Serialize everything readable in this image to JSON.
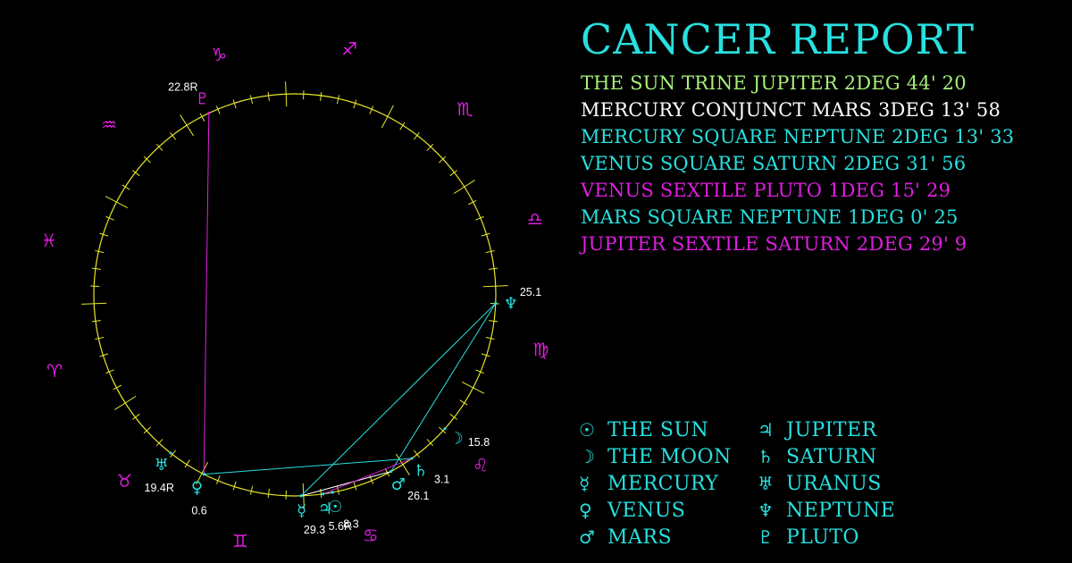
{
  "report": {
    "title": "CANCER REPORT"
  },
  "colors": {
    "cyan": "#28e0e0",
    "magenta": "#e01ee0",
    "green": "#a6f07a",
    "white": "#ffffff",
    "yellow": "#e6e62a"
  },
  "aspects": [
    {
      "text": "THE SUN TRINE JUPITER 2DEG 44' 20",
      "color": "#a6f07a"
    },
    {
      "text": "MERCURY CONJUNCT MARS 3DEG 13' 58",
      "color": "#ffffff"
    },
    {
      "text": "MERCURY SQUARE NEPTUNE 2DEG 13' 33",
      "color": "#28e0e0"
    },
    {
      "text": "VENUS SQUARE SATURN 2DEG 31' 56",
      "color": "#28e0e0"
    },
    {
      "text": "VENUS SEXTILE PLUTO 1DEG 15' 29",
      "color": "#e01ee0"
    },
    {
      "text": "MARS SQUARE NEPTUNE 1DEG 0' 25",
      "color": "#28e0e0"
    },
    {
      "text": "JUPITER SEXTILE SATURN 2DEG 29' 9",
      "color": "#e01ee0"
    }
  ],
  "legend": [
    {
      "glyph": "☉",
      "name": "THE SUN",
      "icon": "sun-icon"
    },
    {
      "glyph": "☽",
      "name": "THE MOON",
      "icon": "moon-icon"
    },
    {
      "glyph": "☿",
      "name": "MERCURY",
      "icon": "mercury-icon"
    },
    {
      "glyph": "♀",
      "name": "VENUS",
      "icon": "venus-icon"
    },
    {
      "glyph": "♂",
      "name": "MARS",
      "icon": "mars-icon"
    },
    {
      "glyph": "♃",
      "name": "JUPITER",
      "icon": "jupiter-icon"
    },
    {
      "glyph": "♄",
      "name": "SATURN",
      "icon": "saturn-icon"
    },
    {
      "glyph": "♅",
      "name": "URANUS",
      "icon": "uranus-icon"
    },
    {
      "glyph": "♆",
      "name": "NEPTUNE",
      "icon": "neptune-icon"
    },
    {
      "glyph": "♇",
      "name": "PLUTO",
      "icon": "pluto-icon"
    }
  ],
  "chart": {
    "zodiac": [
      {
        "glyph": "♈",
        "name": "aries",
        "icon": "aries-icon"
      },
      {
        "glyph": "♉",
        "name": "taurus",
        "icon": "taurus-icon"
      },
      {
        "glyph": "♊",
        "name": "gemini",
        "icon": "gemini-icon"
      },
      {
        "glyph": "♋",
        "name": "cancer",
        "icon": "cancer-icon"
      },
      {
        "glyph": "♌",
        "name": "leo",
        "icon": "leo-icon"
      },
      {
        "glyph": "♍",
        "name": "virgo",
        "icon": "virgo-icon"
      },
      {
        "glyph": "♎",
        "name": "libra",
        "icon": "libra-icon"
      },
      {
        "glyph": "♏",
        "name": "scorpio",
        "icon": "scorpio-icon"
      },
      {
        "glyph": "♐",
        "name": "sagittarius",
        "icon": "sagittarius-icon"
      },
      {
        "glyph": "♑",
        "name": "capricorn",
        "icon": "capricorn-icon"
      },
      {
        "glyph": "♒",
        "name": "aquarius",
        "icon": "aquarius-icon"
      },
      {
        "glyph": "♓",
        "name": "pisces",
        "icon": "pisces-icon"
      }
    ],
    "planets": [
      {
        "id": "sun",
        "glyph": "☉",
        "sign": 3,
        "degree": 8.3,
        "label": "8.3",
        "color": "#28e0e0"
      },
      {
        "id": "moon",
        "glyph": "☽",
        "sign": 4,
        "degree": 15.8,
        "label": "15.8",
        "color": "#28e0e0"
      },
      {
        "id": "mercury",
        "glyph": "☿",
        "sign": 2,
        "degree": 29.3,
        "label": "29.3",
        "color": "#28e0e0"
      },
      {
        "id": "venus",
        "glyph": "♀",
        "sign": 2,
        "degree": 0.6,
        "label": "0.6",
        "color": "#28e0e0"
      },
      {
        "id": "mars",
        "glyph": "♂",
        "sign": 3,
        "degree": 26.1,
        "label": "26.1",
        "color": "#28e0e0"
      },
      {
        "id": "jupiter",
        "glyph": "♃",
        "sign": 3,
        "degree": 5.6,
        "label": "5.6R",
        "color": "#28e0e0"
      },
      {
        "id": "saturn",
        "glyph": "♄",
        "sign": 4,
        "degree": 3.1,
        "label": "3.1",
        "color": "#28e0e0"
      },
      {
        "id": "uranus",
        "glyph": "♅",
        "sign": 1,
        "degree": 19.4,
        "label": "19.4R",
        "color": "#28e0e0"
      },
      {
        "id": "neptune",
        "glyph": "♆",
        "sign": 5,
        "degree": 25.1,
        "label": "25.1",
        "color": "#28e0e0"
      },
      {
        "id": "pluto",
        "glyph": "♇",
        "sign": 9,
        "degree": 22.8,
        "label": "22.8R",
        "color": "#e01ee0"
      }
    ],
    "aspect_lines": [
      {
        "from": "sun",
        "to": "jupiter",
        "color": "#a6f07a"
      },
      {
        "from": "mercury",
        "to": "mars",
        "color": "#ffffff"
      },
      {
        "from": "mercury",
        "to": "neptune",
        "color": "#28e0e0"
      },
      {
        "from": "venus",
        "to": "saturn",
        "color": "#28e0e0"
      },
      {
        "from": "venus",
        "to": "pluto",
        "color": "#e01ee0"
      },
      {
        "from": "mars",
        "to": "neptune",
        "color": "#28e0e0"
      },
      {
        "from": "jupiter",
        "to": "saturn",
        "color": "#e01ee0"
      }
    ]
  }
}
